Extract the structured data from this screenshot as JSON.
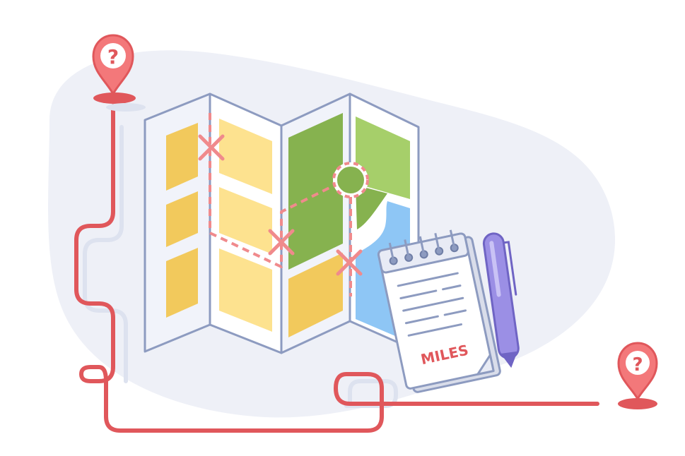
{
  "notepad": {
    "label": "MILES"
  },
  "pins": [
    {
      "id": "start",
      "symbol": "?"
    },
    {
      "id": "end",
      "symbol": "?"
    }
  ],
  "colors": {
    "route_red": "#e0575b",
    "pin_fill": "#f3787a",
    "map_outline": "#8d9bc0",
    "map_yellow_light": "#fde28f",
    "map_yellow_dark": "#f2c95c",
    "map_green_dark": "#86b24f",
    "map_green_light": "#a6cf6a",
    "map_blue": "#8ec6f5",
    "dashed_route": "#f08a8c",
    "blob_bg": "#eef0f7",
    "pen_purple": "#9b8fe5"
  }
}
